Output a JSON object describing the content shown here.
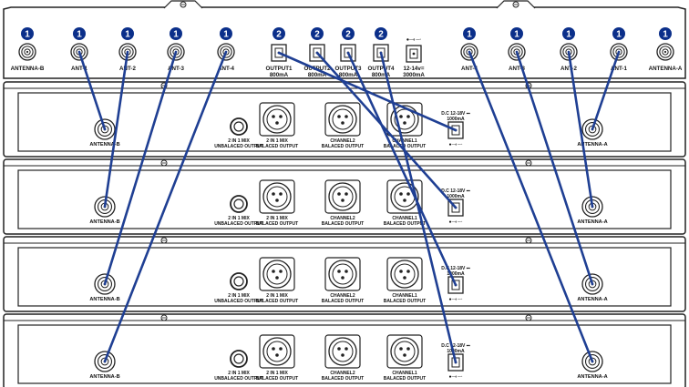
{
  "colors": {
    "badge": "#0b2f8a",
    "cable": "#1f3f93",
    "outline": "#222222",
    "panel": "#ffffff"
  },
  "splitter": {
    "antenna_b_label": "ANTENNA-B",
    "antenna_a_label": "ANTENNA-A",
    "ant_in_left": [
      "ANT-1",
      "ANT-2",
      "ANT-3",
      "ANT-4"
    ],
    "ant_in_right": [
      "ANT-4",
      "ANT-3",
      "ANT-2",
      "ANT-1"
    ],
    "outputs": [
      {
        "name": "OUTPUT1",
        "current": "800mA"
      },
      {
        "name": "OUTPUT2",
        "current": "800mA"
      },
      {
        "name": "OUTPUT3",
        "current": "800mA"
      },
      {
        "name": "OUTPUT4",
        "current": "800mA"
      }
    ],
    "power_in": {
      "voltage": "12-14v=",
      "current": "3000mA"
    },
    "badges": {
      "antenna": "1",
      "output": "2"
    }
  },
  "receiver": {
    "count": 4,
    "antenna_b_label": "ANTENNA-B",
    "antenna_a_label": "ANTENNA-A",
    "unbalanced": [
      "2 IN 1 MIX",
      "UNBALACED OUTPUT"
    ],
    "mix_out": [
      "2 IN 1 MIX",
      "BALACED OUTPUT"
    ],
    "ch2_out": [
      "CHANNEL2",
      "BALACED OUTPUT"
    ],
    "ch1_out": [
      "CHANNEL1",
      "BALACED OUTPUT"
    ],
    "dc": [
      "D.C 12-18V ⎓",
      "1000mA"
    ],
    "polarity": "●─◐─◦"
  }
}
